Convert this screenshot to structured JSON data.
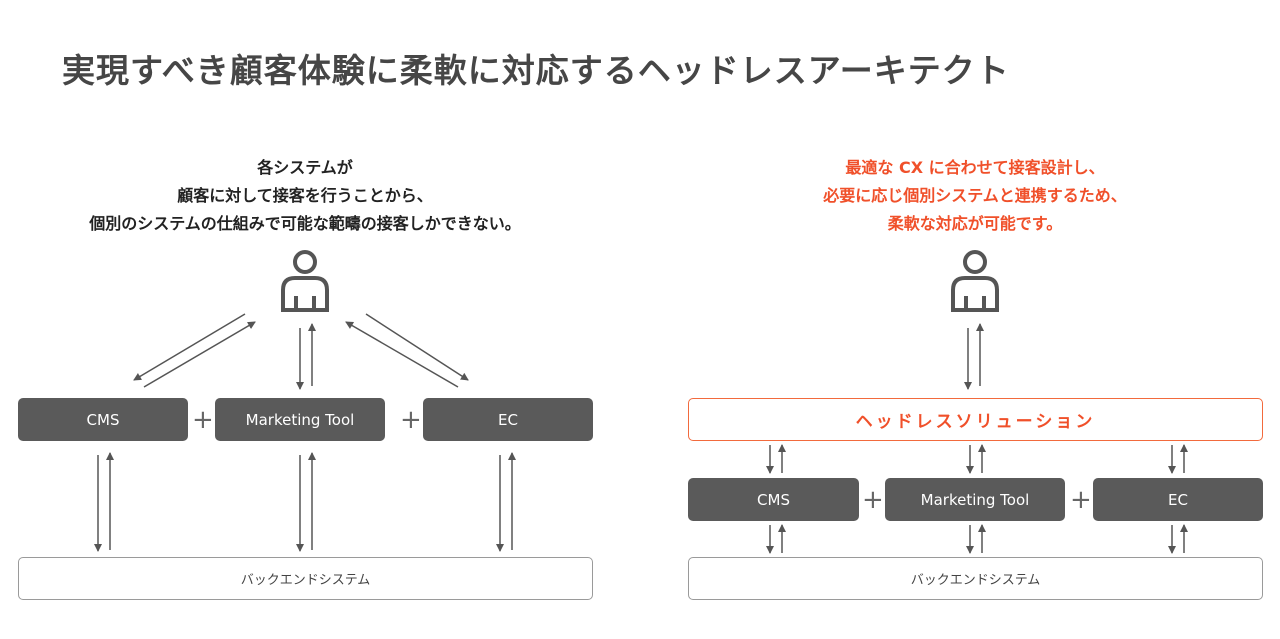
{
  "title": "実現すべき顧客体験に柔軟に対応するヘッドレスアーキテクト",
  "left": {
    "caption": [
      "各システムが",
      "顧客に対して接客を行うことから、",
      "個別のシステムの仕組みで可能な範疇の接客しかできない。"
    ],
    "systems": [
      "CMS",
      "Marketing Tool",
      "EC"
    ],
    "plus": "+",
    "backend": "バックエンドシステム"
  },
  "right": {
    "caption": [
      "最適な CX に合わせて接客設計し、",
      "必要に応じ個別システムと連携するため、",
      "柔軟な対応が可能です。"
    ],
    "headless": "ヘッドレスソリューション",
    "systems": [
      "CMS",
      "Marketing Tool",
      "EC"
    ],
    "plus": "+",
    "backend": "バックエンドシステム"
  },
  "colors": {
    "accent": "#f0502a",
    "box": "#5a5a5a",
    "text": "#464646"
  },
  "icons": [
    "user-icon",
    "arrow-icon"
  ]
}
